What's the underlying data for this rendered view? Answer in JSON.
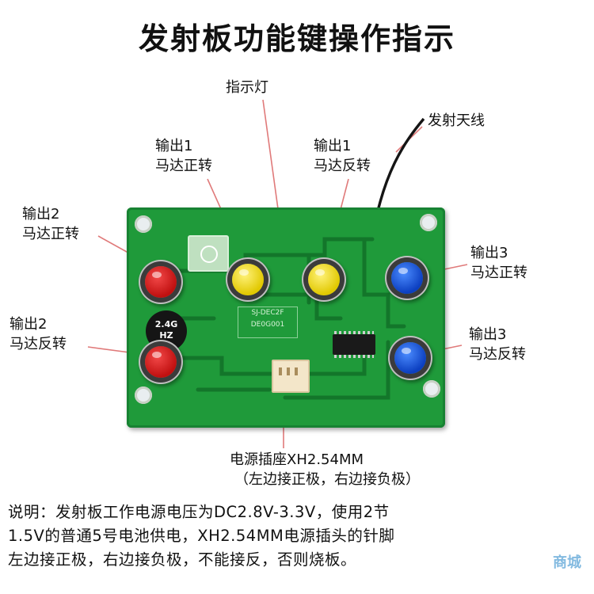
{
  "title": "发射板功能键操作指示",
  "labels": {
    "indicator": "指示灯",
    "antenna": "发射天线",
    "out1_fwd": [
      "输出1",
      "马达正转"
    ],
    "out1_rev": [
      "输出1",
      "马达反转"
    ],
    "out2_fwd": [
      "输出2",
      "马达正转"
    ],
    "out2_rev": [
      "输出2",
      "马达反转"
    ],
    "out3_fwd": [
      "输出3",
      "马达正转"
    ],
    "out3_rev": [
      "输出3",
      "马达反转"
    ],
    "power": [
      "电源插座XH2.54MM",
      "（左边接正极，右边接负极）"
    ]
  },
  "board": {
    "badge_line1": "2.4G",
    "badge_line2": "HZ",
    "silk_line1": "SJ-DEC2F",
    "silk_line2": "DE0G001"
  },
  "note": [
    "说明：发射板工作电源电压为DC2.8V-3.3V，使用2节",
    "1.5V的普通5号电池供电，XH2.54MM电源插头的针脚",
    "左边接正极，右边接负极，不能接反，否则烧板。"
  ],
  "watermark": "商城",
  "colors": {
    "board": "#1f9a3a",
    "red_button": "#d81b1b",
    "yellow_button": "#f2dc17",
    "blue_button": "#1f5fe0",
    "callout_line": "#e07a7a"
  }
}
